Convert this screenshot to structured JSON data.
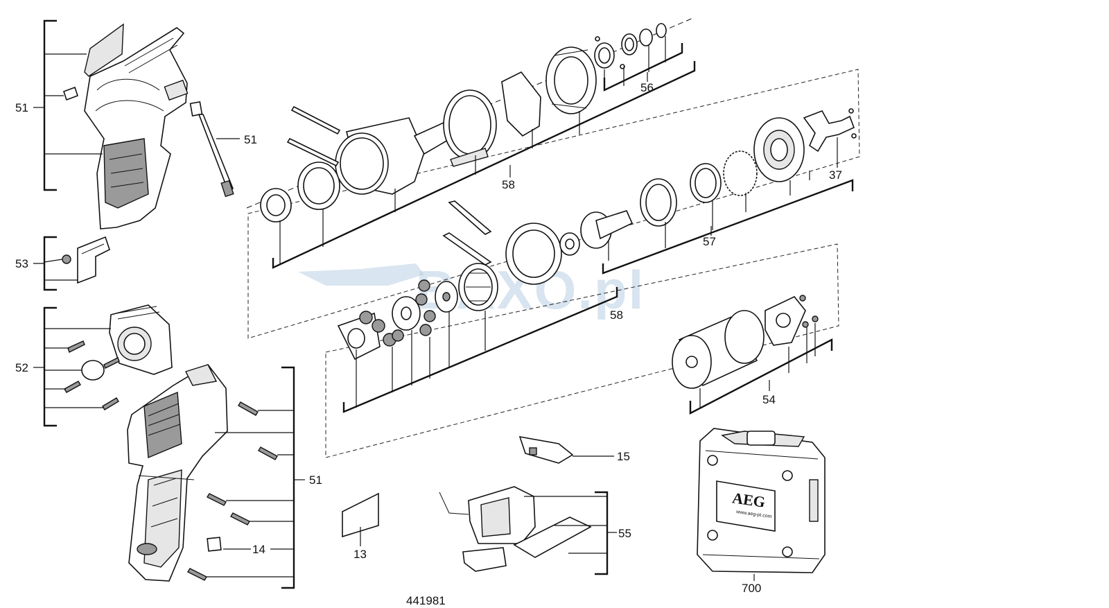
{
  "labels": {
    "l51a": "51",
    "l51b": "51",
    "l53": "53",
    "l52": "52",
    "l51c": "51",
    "l14": "14",
    "l13": "13",
    "l58a": "58",
    "l56": "56",
    "l57": "57",
    "l37": "37",
    "l58b": "58",
    "l54": "54",
    "l15": "15",
    "l55": "55",
    "l700": "700"
  },
  "watermark": {
    "text": "BAXO.pl",
    "color": "#b9cfe3"
  },
  "case_brand": {
    "logo": "AEG",
    "url": "www.aeg-pt.com"
  },
  "footer_code": "441981"
}
